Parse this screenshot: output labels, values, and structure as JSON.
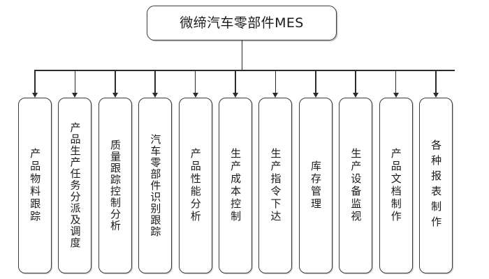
{
  "diagram": {
    "background_color": "#ffffff",
    "line_color": "#2b2b2b",
    "border_color": "#3a3a3a",
    "text_color": "#1b1b1b",
    "root": {
      "label": "微缔汽车零部件MES"
    },
    "nodes": [
      {
        "label": "产品物料跟踪",
        "spacing": "loose"
      },
      {
        "label": "产品生产任务分派及调度",
        "spacing": "normal"
      },
      {
        "label": "质量跟踪控制分析",
        "spacing": "normal"
      },
      {
        "label": "汽车零部件识别跟踪",
        "spacing": "normal"
      },
      {
        "label": "产品性能分析",
        "spacing": "loose"
      },
      {
        "label": "生产成本控制",
        "spacing": "loose"
      },
      {
        "label": "生产指令下达",
        "spacing": "loose"
      },
      {
        "label": "库存管理",
        "spacing": "loose"
      },
      {
        "label": "生产设备监视",
        "spacing": "loose"
      },
      {
        "label": "产品文档制作",
        "spacing": "loose"
      },
      {
        "label": "各种报表制作",
        "spacing": "wide"
      }
    ]
  }
}
